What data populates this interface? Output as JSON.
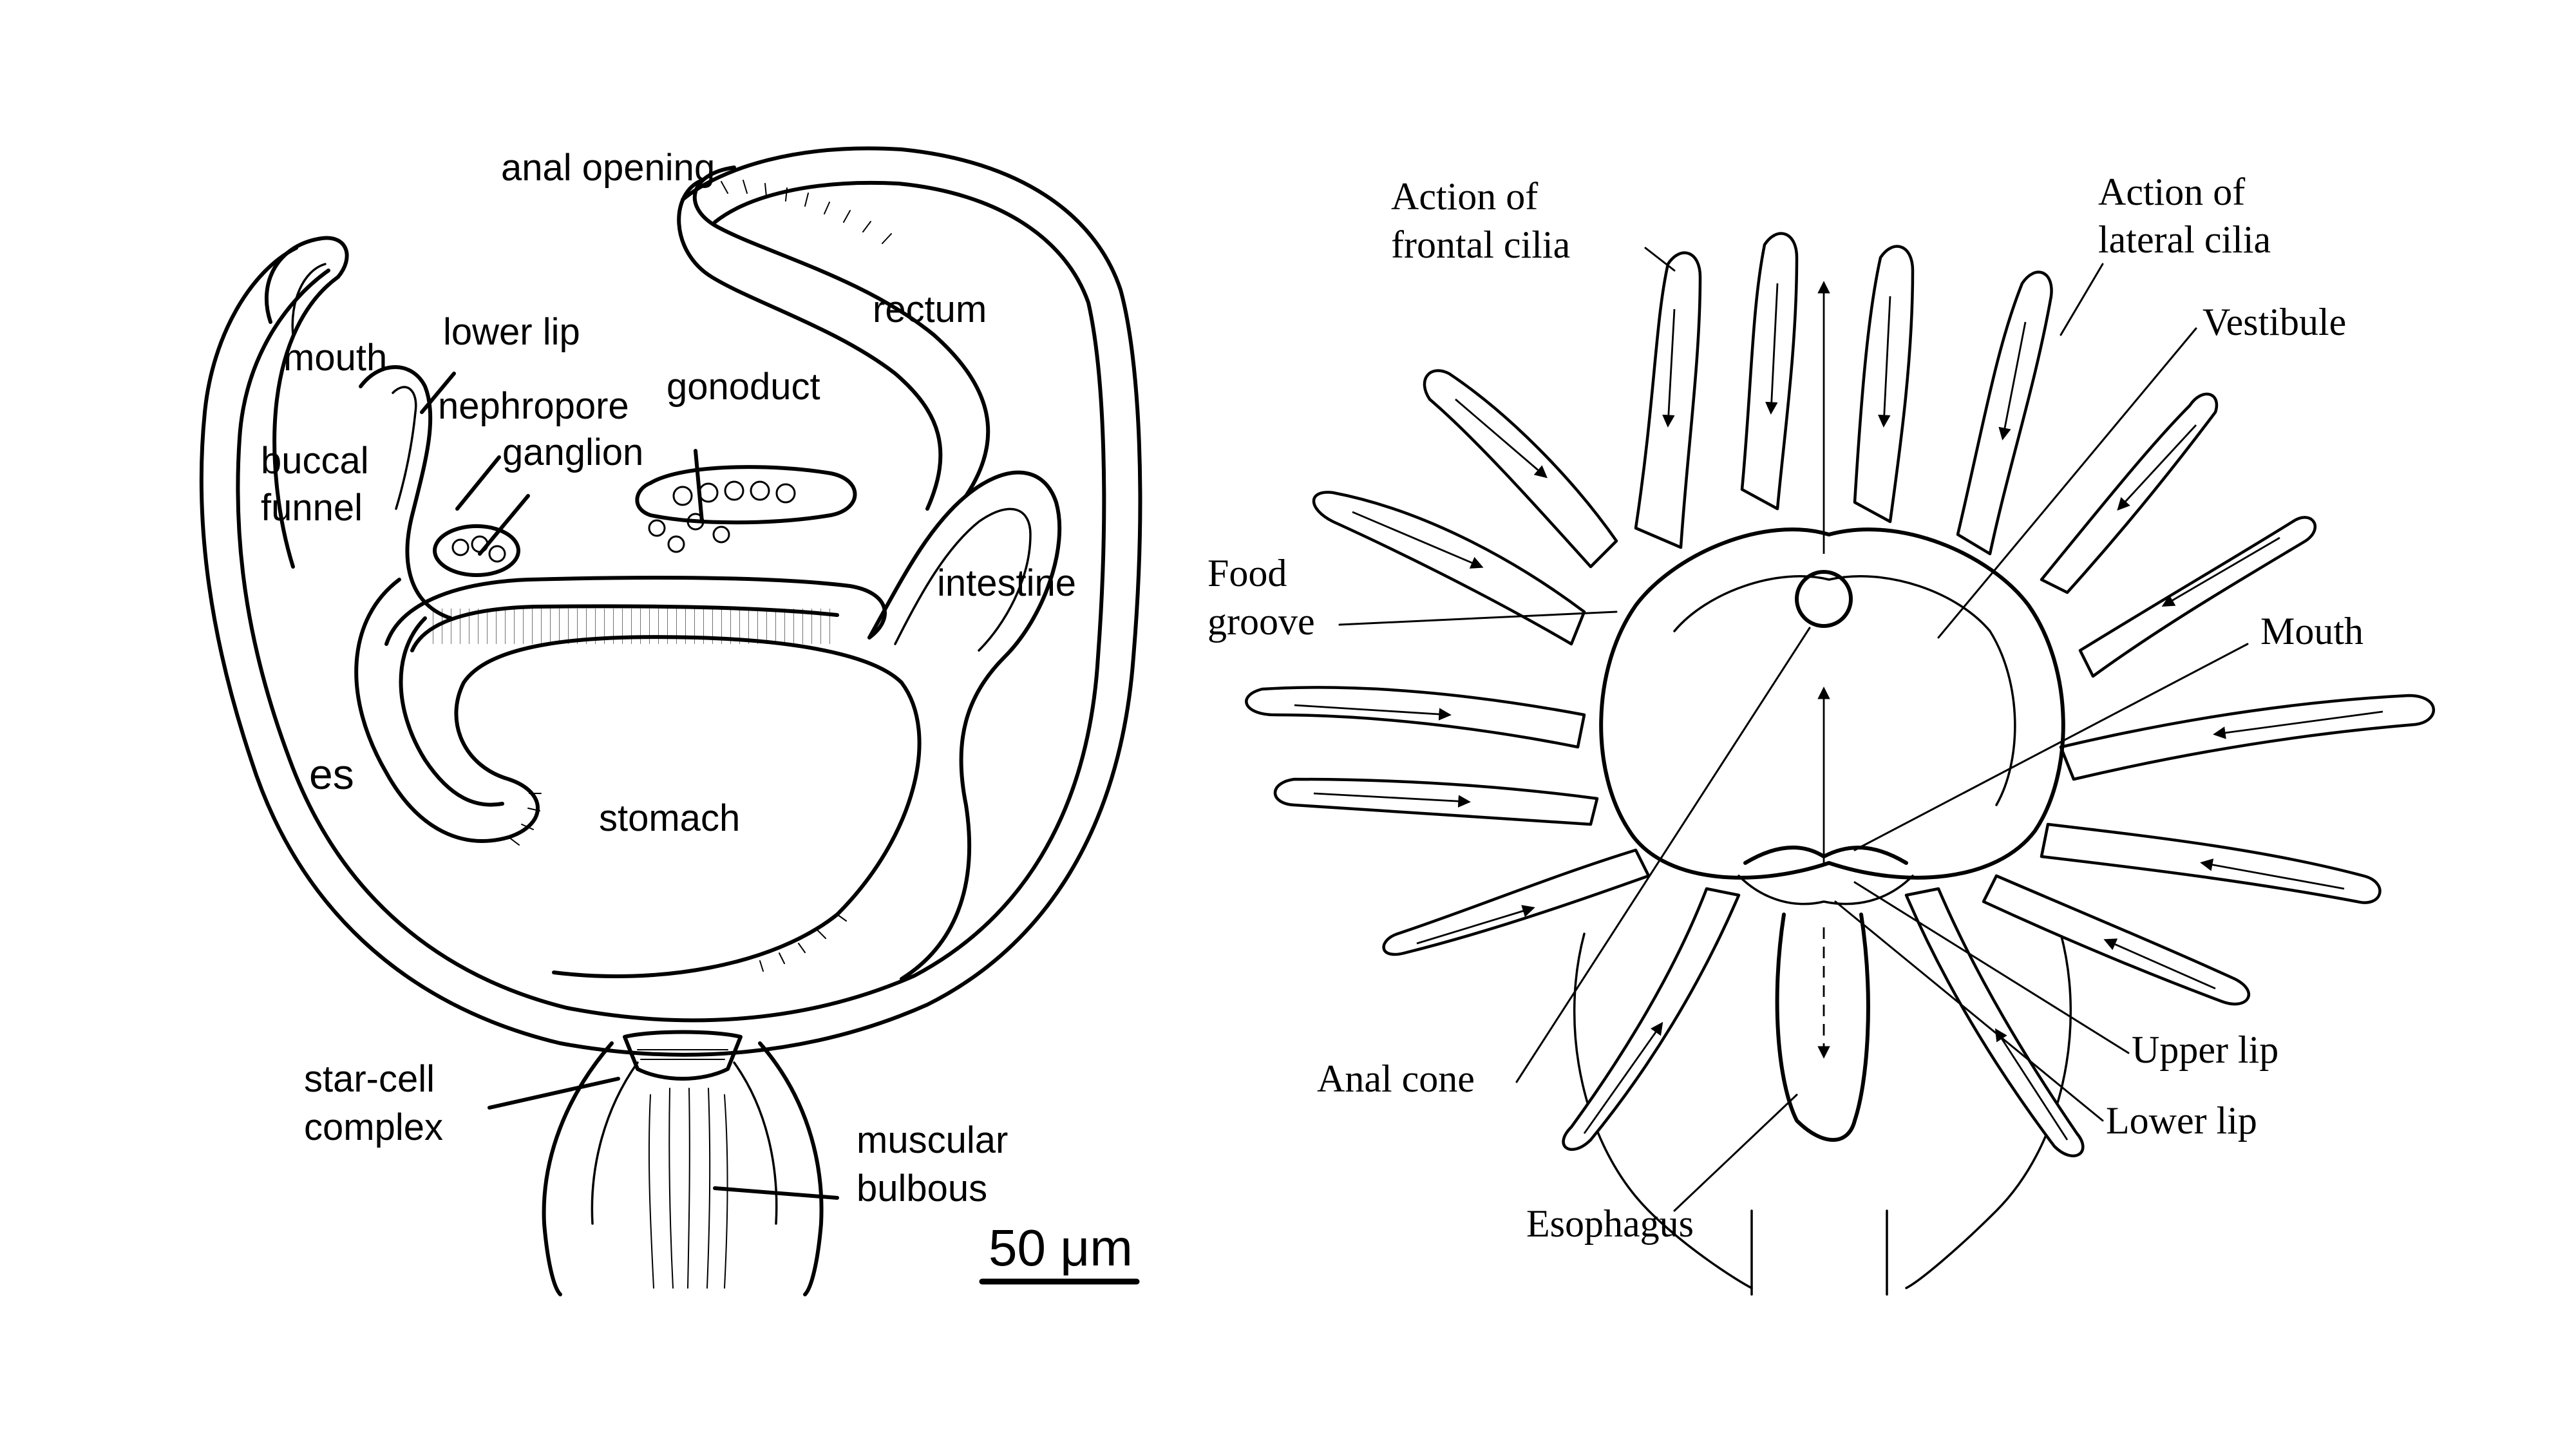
{
  "left_panel": {
    "labels": {
      "anal_opening": "anal opening",
      "mouth": "mouth",
      "lower_lip": "lower lip",
      "rectum": "rectum",
      "nephropore": "nephropore",
      "gonoduct": "gonoduct",
      "ganglion": "ganglion",
      "buccal": "buccal",
      "funnel": "funnel",
      "intestine": "intestine",
      "es": "es",
      "stomach": "stomach",
      "star_cell_1": "star-cell",
      "star_cell_2": "complex",
      "muscular": "muscular",
      "bulbous": "bulbous",
      "scale_bar": "50 μm"
    }
  },
  "right_panel": {
    "labels": {
      "frontal_1": "Action of",
      "frontal_2": "frontal cilia",
      "lateral_1": "Action of",
      "lateral_2": "lateral cilia",
      "vestibule": "Vestibule",
      "food_1": "Food",
      "food_2": "groove",
      "mouth": "Mouth",
      "anal_cone": "Anal cone",
      "upper_lip": "Upper lip",
      "lower_lip": "Lower lip",
      "esophagus": "Esophagus"
    }
  }
}
